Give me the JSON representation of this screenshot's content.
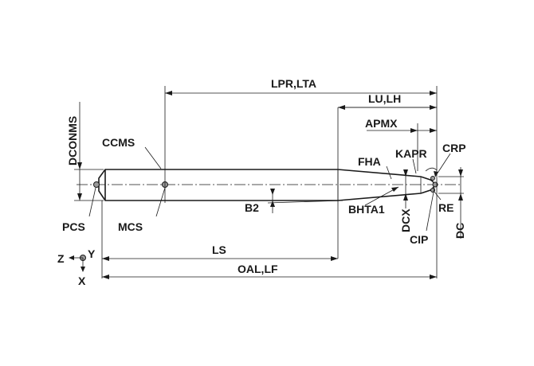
{
  "labels": {
    "lpr_lta": "LPR,LTA",
    "lu_lh": "LU,LH",
    "apmx": "APMX",
    "dconms": "DCONMS",
    "ccms": "CCMS",
    "fha": "FHA",
    "kapr": "KAPR",
    "crp": "CRP",
    "b2": "B2",
    "bhta1": "BHTA1",
    "dcx": "DCX",
    "re": "RE",
    "dc": "DC",
    "pcs": "PCS",
    "mcs": "MCS",
    "cip": "CIP",
    "ls": "LS",
    "oal_lf": "OAL,LF",
    "axis_z": "Z",
    "axis_y": "Y",
    "axis_x": "X"
  }
}
